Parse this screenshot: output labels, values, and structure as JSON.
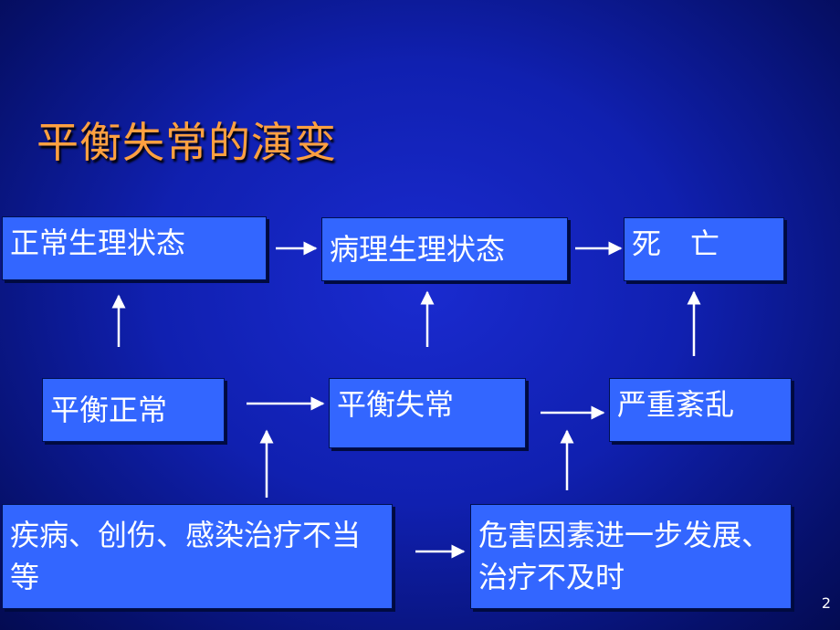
{
  "title": "平衡失常的演变",
  "boxes": {
    "normal_state": "正常生理状态",
    "pathological_state": "病理生理状态",
    "death": "死　亡",
    "balance_normal": "平衡正常",
    "balance_disorder": "平衡失常",
    "severe_disorder": "严重紊乱",
    "causes": "疾病、创伤、感染治疗不当等",
    "risk_progress": "危害因素进一步发展、治疗不及时"
  },
  "page_number": "2",
  "colors": {
    "background": "#1020b0",
    "box_fill": "#3366ff",
    "title": "#ffa040",
    "arrow": "#ffffff"
  }
}
